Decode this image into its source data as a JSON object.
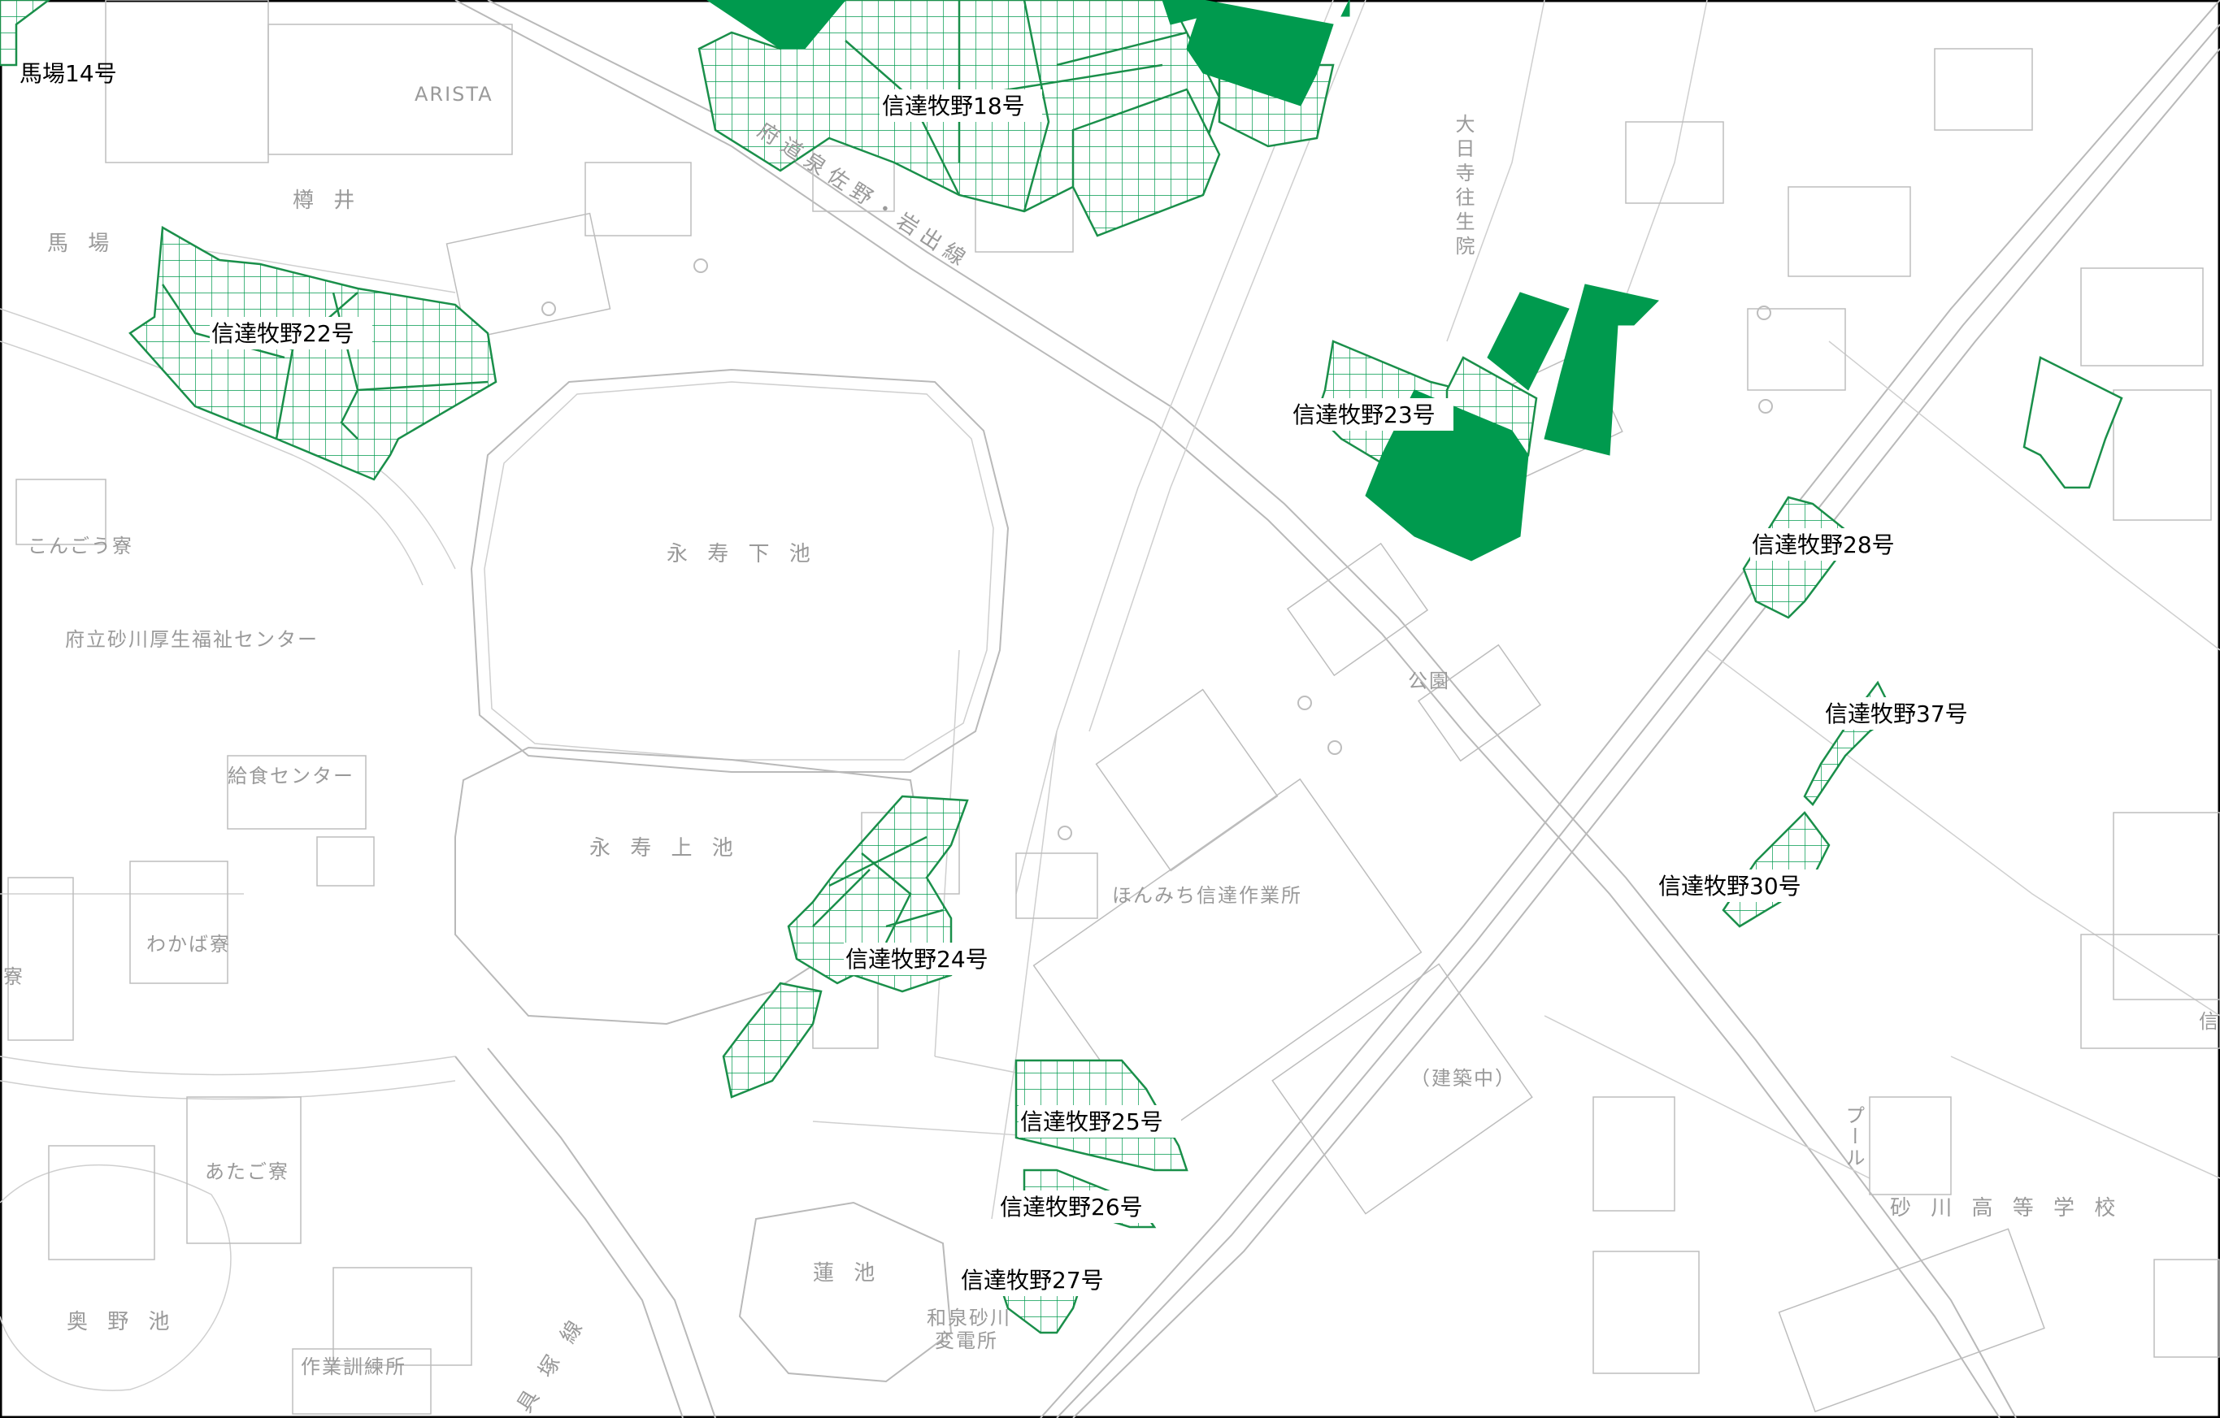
{
  "map": {
    "parcel_color": "#009a4e",
    "base_color": "#9a9a9a",
    "parcel_labels": {
      "p14": "馬場14号",
      "p18": "信達牧野18号",
      "p22": "信達牧野22号",
      "p23": "信達牧野23号",
      "p24": "信達牧野24号",
      "p25": "信達牧野25号",
      "p26": "信達牧野26号",
      "p27": "信達牧野27号",
      "p28": "信達牧野28号",
      "p30": "信達牧野30号",
      "p37": "信達牧野37号"
    },
    "base_labels": {
      "arista": "ARISTA",
      "masui": "樽 井",
      "baba": "馬 場",
      "ike_shimo": "永 寿 下 池",
      "ike_kami": "永 寿 上 池",
      "hasu_ike": "蓮 池",
      "okuno_ike": "奥 野 池",
      "konkou": "こんごう寮",
      "fukushi": "府立砂川厚生福祉センター",
      "kyushoku": "給食センター",
      "wakaba": "わかば寮",
      "atago": "あたご寮",
      "sagyo_kunren": "作業訓練所",
      "honmichi": "ほんみち信達作業所",
      "kouen": "公園",
      "kenchiku": "（建築中）",
      "sunagawa_hs": "砂 川 高 等 学 校",
      "pool": "プール",
      "daiji": "大日寺往生院",
      "road_izumi": "府道泉佐野・岩出線",
      "road_kaizuka": "具 塚 線",
      "izumi_sunagawa": "和泉砂川",
      "hendensho": "変電所",
      "ryo_edge": "寮",
      "shin_edge": "信"
    }
  }
}
